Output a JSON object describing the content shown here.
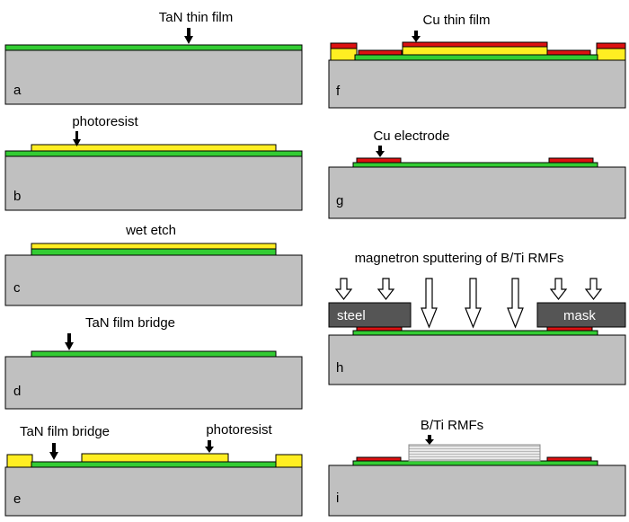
{
  "colors": {
    "substrate": "#c0c0c0",
    "tan_film": "#33cc33",
    "photoresist": "#ffee22",
    "copper": "#dd1111",
    "mask": "#555555",
    "rmf": "#e4e4e4"
  },
  "panels": {
    "a": {
      "letter": "a",
      "label": "TaN thin film"
    },
    "b": {
      "letter": "b",
      "label": "photoresist"
    },
    "c": {
      "letter": "c",
      "label": "wet etch"
    },
    "d": {
      "letter": "d",
      "label": "TaN film bridge"
    },
    "e": {
      "letter": "e",
      "label_left": "TaN film bridge",
      "label_right": "photoresist"
    },
    "f": {
      "letter": "f",
      "label": "Cu thin film"
    },
    "g": {
      "letter": "g",
      "label": "Cu electrode"
    },
    "h": {
      "letter": "h",
      "label": "magnetron sputtering of B/Ti RMFs",
      "mask_left": "steel",
      "mask_right": "mask"
    },
    "i": {
      "letter": "i",
      "label": "B/Ti RMFs"
    }
  }
}
